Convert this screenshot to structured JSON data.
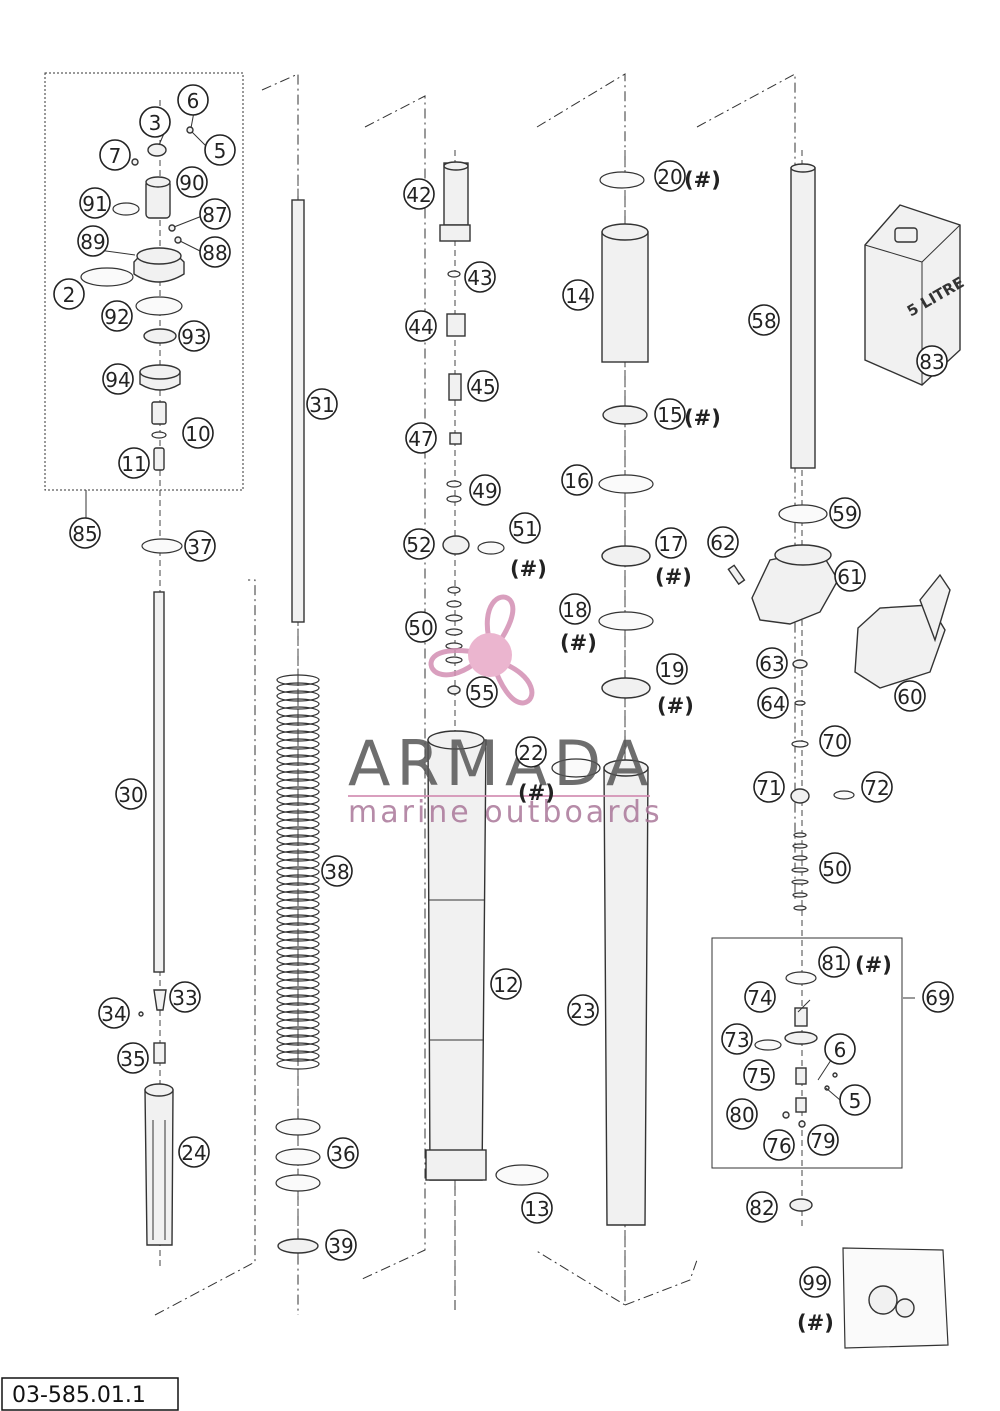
{
  "diagram": {
    "drawing_id": "03-585.01.1",
    "watermark": {
      "brand": "ARMADA",
      "tagline": "marine outboards"
    },
    "can_label": "5 LITRE",
    "hash_marker": "(#)",
    "part_numbers": [
      "2",
      "3",
      "5",
      "6",
      "7",
      "10",
      "11",
      "12",
      "13",
      "14",
      "15",
      "16",
      "17",
      "18",
      "19",
      "20",
      "22",
      "23",
      "24",
      "30",
      "31",
      "33",
      "34",
      "35",
      "36",
      "37",
      "38",
      "39",
      "42",
      "43",
      "44",
      "45",
      "47",
      "49",
      "50",
      "51",
      "52",
      "55",
      "58",
      "59",
      "60",
      "61",
      "62",
      "63",
      "64",
      "69",
      "70",
      "71",
      "72",
      "73",
      "74",
      "75",
      "76",
      "79",
      "80",
      "81",
      "82",
      "83",
      "85",
      "87",
      "88",
      "89",
      "90",
      "91",
      "92",
      "93",
      "94",
      "99"
    ],
    "hash_marked_parts": [
      "15",
      "17",
      "18",
      "19",
      "20",
      "22",
      "51",
      "81",
      "99"
    ]
  }
}
